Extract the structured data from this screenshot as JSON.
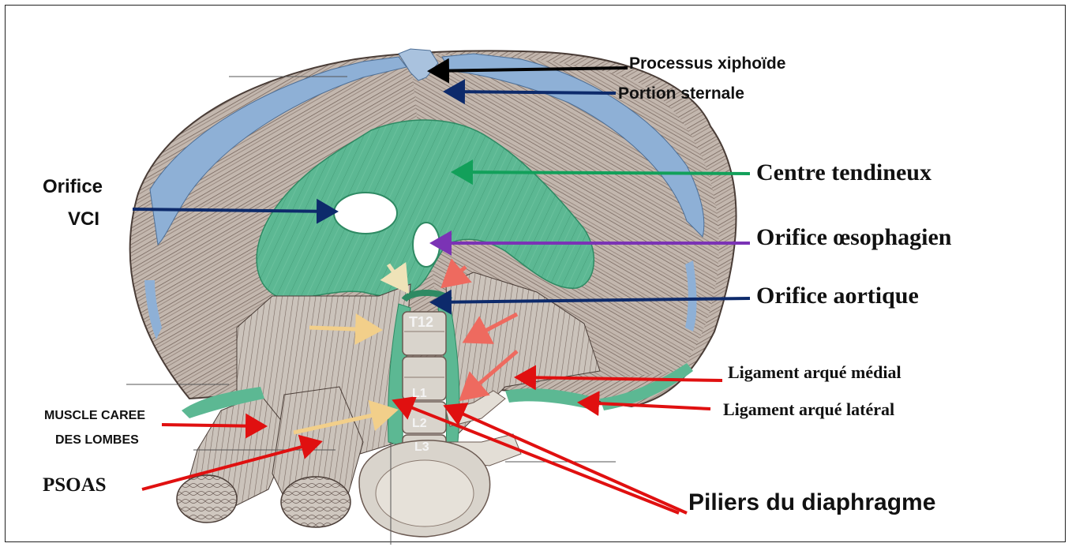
{
  "labels": {
    "processus_xiphoide": "Processus xiphoïde",
    "portion_sternale": "Portion sternale",
    "centre_tendineux": "Centre tendineux",
    "orifice_vci_line1": "Orifice",
    "orifice_vci_line2": "VCI",
    "orifice_oesophagien": "Orifice œsophagien",
    "orifice_aortique": "Orifice aortique",
    "ligament_arque_medial": "Ligament arqué médial",
    "ligament_arque_lateral": "Ligament arqué latéral",
    "muscle_carre_line1": "MUSCLE CAREE",
    "muscle_carre_line2": "DES LOMBES",
    "psoas": "PSOAS",
    "piliers": "Piliers du diaphragme"
  },
  "vertebrae": {
    "t12": "T12",
    "l1": "L1",
    "l2": "L2",
    "l3": "L3"
  },
  "colors": {
    "tendon_green": "#5cb893",
    "tendon_edge": "#2e8a63",
    "muscle": "#b7aaa2",
    "muscle_fiber": "#6b5a52",
    "costal_blue": "#8eb0d6",
    "bone": "#d9d4cc",
    "arrow_black": "#000000",
    "arrow_navy": "#0d2a6b",
    "arrow_green": "#12a05a",
    "arrow_purple": "#7b33b5",
    "arrow_red": "#e01010",
    "arrow_salmon": "#ee6a5f",
    "arrow_beige": "#f2cf8a",
    "arrow_cream": "#efe3b8"
  }
}
